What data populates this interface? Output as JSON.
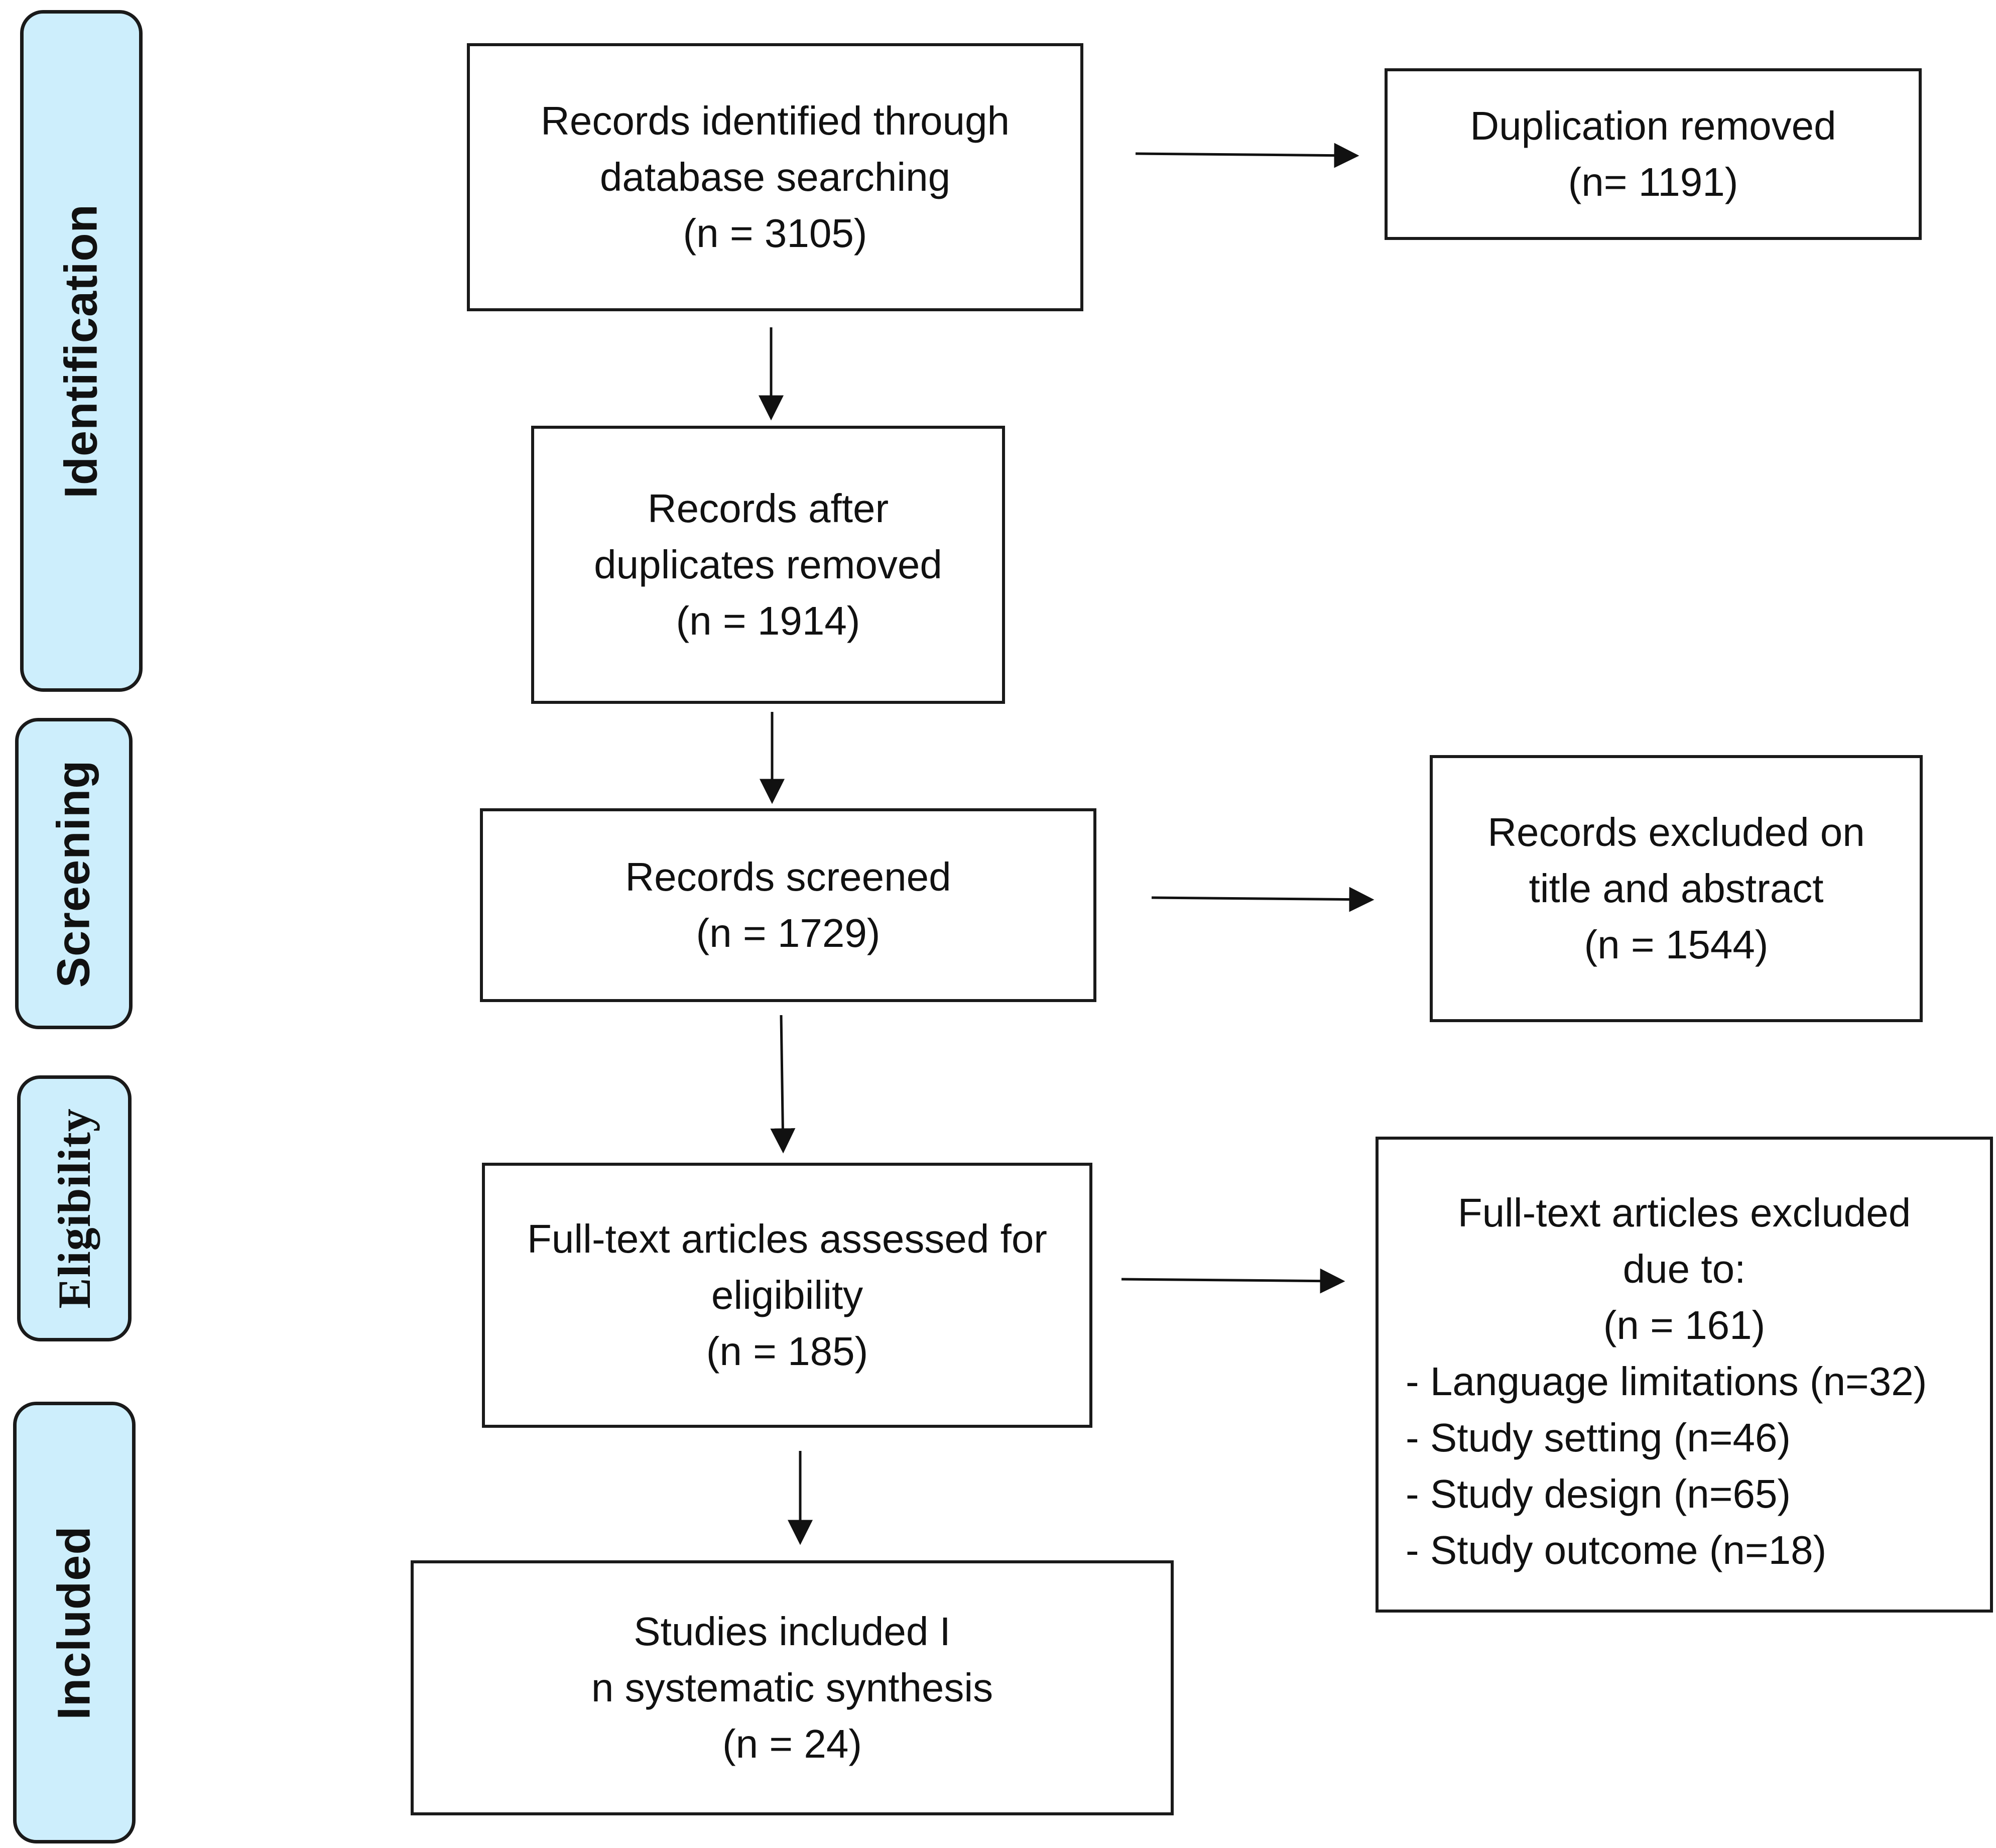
{
  "stages": {
    "identification": "Identification",
    "screening": "Screening",
    "eligibility": "Eligibility",
    "included": "Included"
  },
  "boxes": {
    "identified": {
      "line1": "Records identified through",
      "line2": "database searching",
      "line3": "(n = 3105)"
    },
    "duplication_removed": {
      "line1": "Duplication removed",
      "line2": "(n= 1191)"
    },
    "after_duplicates": {
      "line1": "Records after",
      "line2": "duplicates removed",
      "line3": "(n = 1914)"
    },
    "screened": {
      "line1": "Records screened",
      "line2": "(n = 1729)"
    },
    "excluded_title": {
      "line1": "Records excluded on",
      "line2": "title and abstract",
      "line3": "(n = 1544)"
    },
    "fulltext_assessed": {
      "line1": "Full-text articles assessed for",
      "line2": "eligibility",
      "line3": "(n = 185)"
    },
    "fulltext_excluded": {
      "line1": "Full-text articles excluded",
      "line2": "due to:",
      "line3": "(n = 161)",
      "reasons": [
        "- Language limitations (n=32)",
        "- Study setting (n=46)",
        "- Study design (n=65)",
        "- Study outcome (n=18)"
      ]
    },
    "included": {
      "line1": "Studies included I",
      "line2": "n systematic synthesis",
      "line3": "(n = 24)"
    }
  }
}
